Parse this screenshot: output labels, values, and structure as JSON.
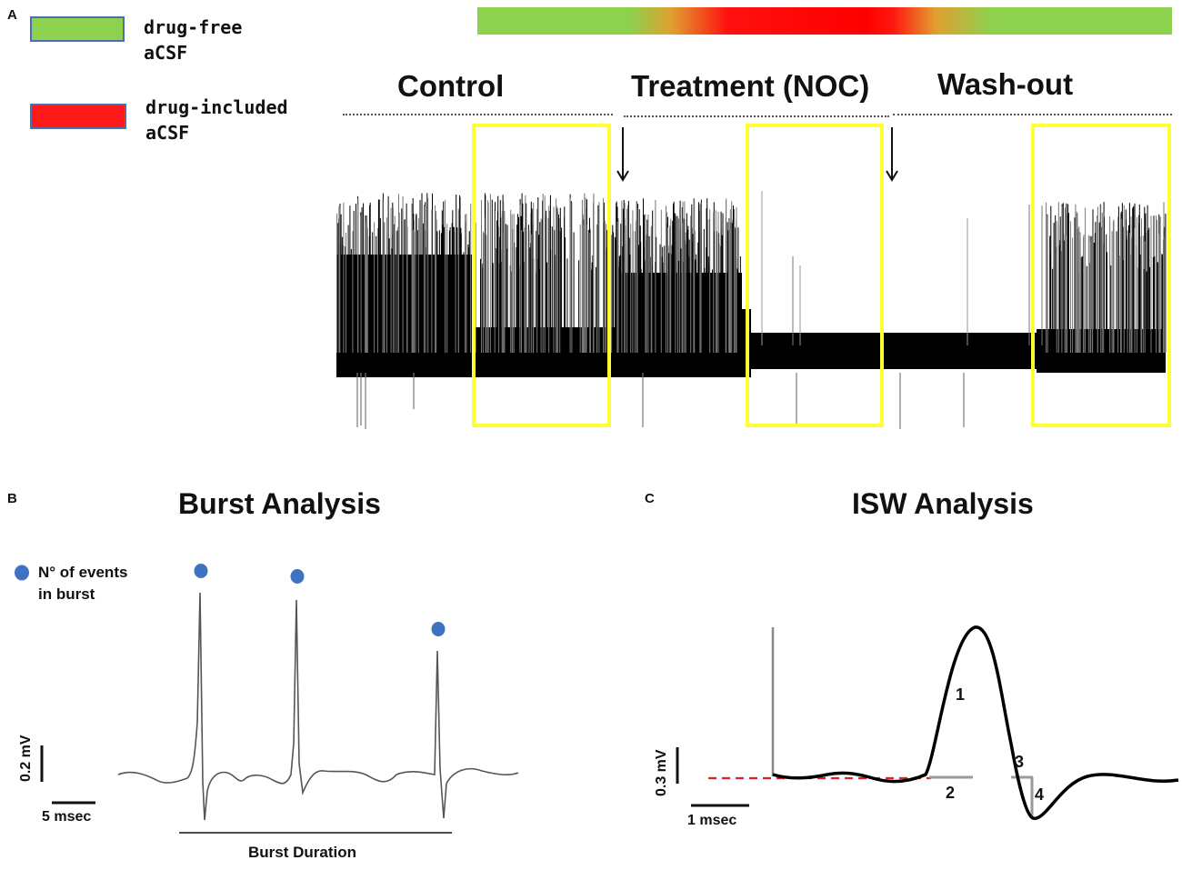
{
  "panel_a": {
    "letter": "A",
    "legend": [
      {
        "label_line1": "drug-free",
        "label_line2": "aCSF",
        "color": "#8dd14f"
      },
      {
        "label_line1": "drug-included",
        "label_line2": "aCSF",
        "color": "#ff1a1a"
      }
    ],
    "phases": [
      "Control",
      "Treatment (NOC)",
      "Wash-out"
    ],
    "gradient_colors": [
      "#8dd14f",
      "#ff0000"
    ],
    "box_color": "#ffff33"
  },
  "panel_b": {
    "letter": "B",
    "title": "Burst Analysis",
    "legend_line1": "N° of events",
    "legend_line2": "in burst",
    "event_marker_color": "#3f72c0",
    "scale_v": "0.2 mV",
    "scale_h": "5 msec",
    "duration_label": "Burst Duration"
  },
  "panel_c": {
    "letter": "C",
    "title": "ISW Analysis",
    "scale_v": "0.3 mV",
    "scale_h": "1 msec",
    "markers": [
      "1",
      "2",
      "3",
      "4"
    ],
    "baseline_color": "#e02020"
  }
}
